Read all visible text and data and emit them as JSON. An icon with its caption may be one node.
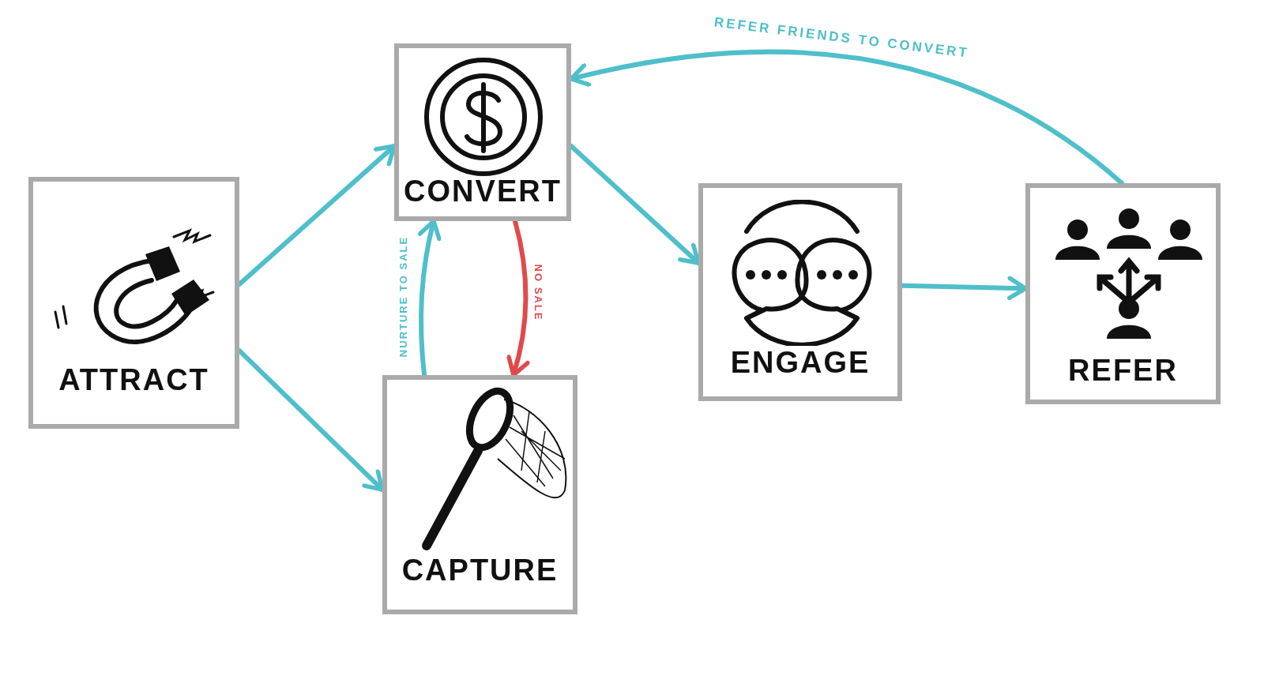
{
  "diagram": {
    "nodes": [
      {
        "text": [
          "ATTRACT"
        ]
      },
      {
        "text": [
          "CONVERT"
        ]
      },
      {
        "text": [
          "CAPTURE"
        ]
      },
      {
        "text": [
          "ENGAGE"
        ]
      },
      {
        "text": [
          "REFER"
        ]
      }
    ],
    "edges": [
      {
        "from": 0,
        "to": 1,
        "arrow": "to"
      },
      {
        "from": 0,
        "to": 2,
        "arrow": "to"
      },
      {
        "from": 2,
        "to": 1,
        "arrow": "to",
        "label": "NURTURE TO SALE"
      },
      {
        "from": 1,
        "to": 2,
        "arrow": "to",
        "label": "NO SALE",
        "color": "#e04a4a"
      },
      {
        "from": 1,
        "to": 3,
        "arrow": "to"
      },
      {
        "from": 3,
        "to": 4,
        "arrow": "to"
      },
      {
        "from": 4,
        "to": 1,
        "arrow": "to",
        "label": "REFER FRIENDS TO CONVERT"
      }
    ]
  }
}
